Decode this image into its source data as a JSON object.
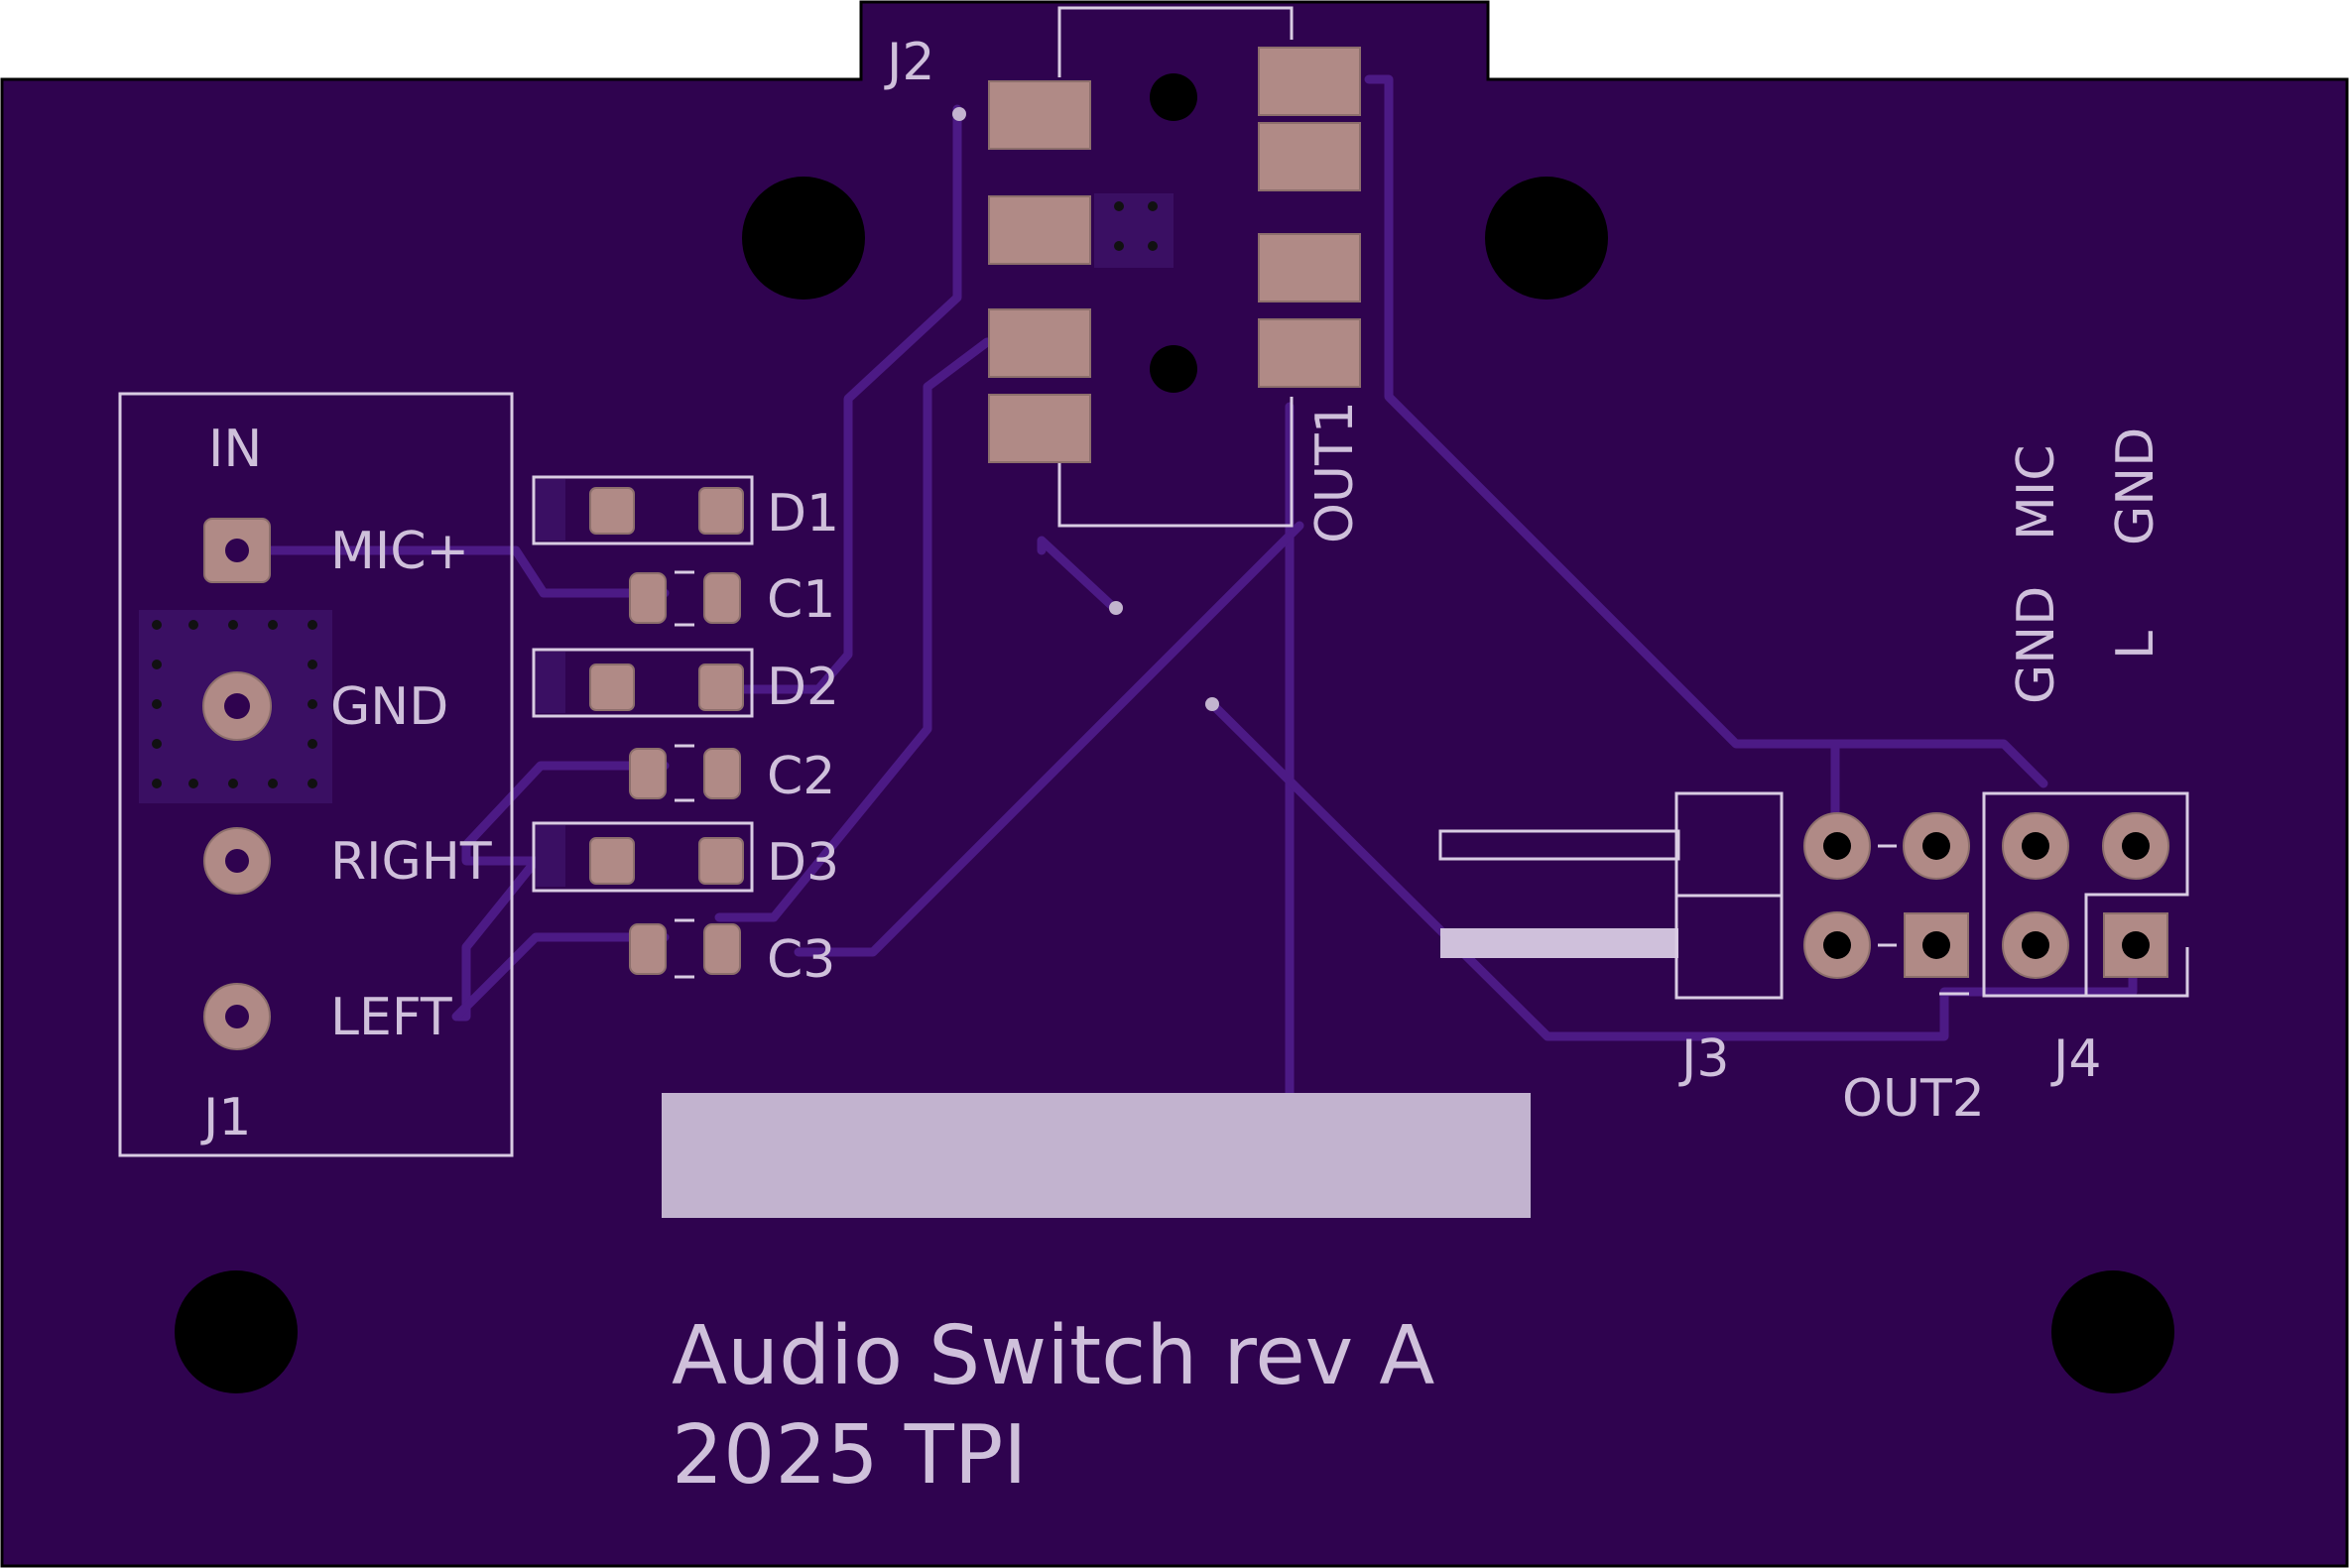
{
  "board": {
    "colors": {
      "substrate": "#2f034f",
      "trace": "#4c1a85",
      "pad": "#b08a86",
      "silkscreen": "#cfc0db",
      "background": "#ffffff"
    }
  },
  "labels": {
    "j1_title": "IN",
    "j1_ref": "J1",
    "j1_pins": [
      "MIC+",
      "GND",
      "RIGHT",
      "LEFT"
    ],
    "j2_ref": "J2",
    "out1": "OUT1",
    "d1": "D1",
    "c1": "C1",
    "d2": "D2",
    "c2": "C2",
    "d3": "D3",
    "c3": "C3",
    "j3_ref": "J3",
    "j4_ref": "J4",
    "out2": "OUT2",
    "header_gnd_left": "GND",
    "header_mic": "MIC",
    "header_l": "L",
    "header_gnd_right": "GND",
    "title_line1": "Audio Switch rev A",
    "title_line2": "2025 TPI"
  }
}
